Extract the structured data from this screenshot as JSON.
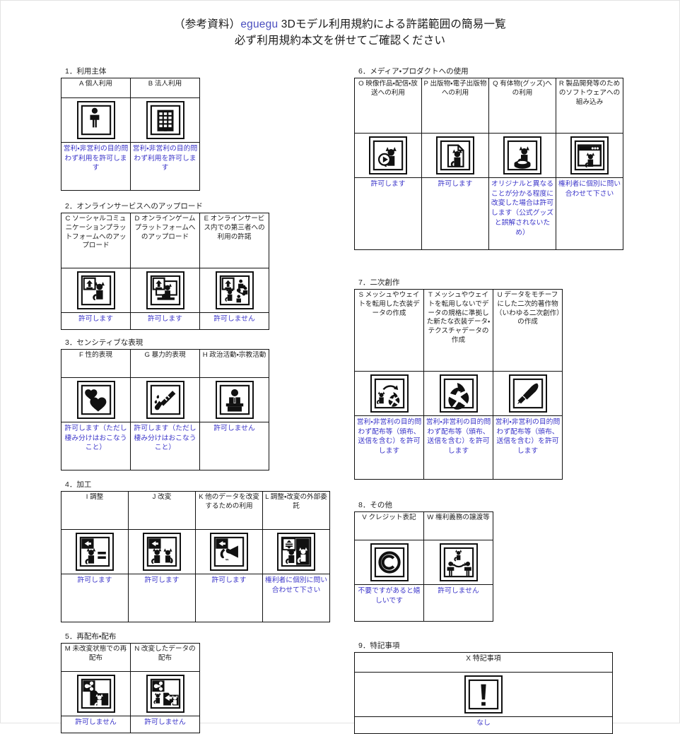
{
  "document": {
    "title_line1_prefix": "（参考資料）",
    "title_brand": "eguegu",
    "title_line1_suffix": " 3Dモデル利用規約による許諾範囲の簡易一覧",
    "title_line2": "必ず利用規約本文を併せてご確認ください",
    "brand_color": "#4b4fbf",
    "note_color": "#3a34c9"
  },
  "sections": [
    {
      "id": "s1",
      "title": "1．利用主体",
      "columns": [
        {
          "code": "A",
          "header": "A 個人利用",
          "icon": "person-icon",
          "note": "営利・非営利の目的問わず利用を許可します"
        },
        {
          "code": "B",
          "header": "B 法人利用",
          "icon": "building-icon",
          "note": "営利・非営利の目的問わず利用を許可します"
        }
      ]
    },
    {
      "id": "s2",
      "title": "2．オンラインサービスへのアップロード",
      "columns": [
        {
          "code": "C",
          "header": "C ソーシャルコミュニケーションプラットフォームへのアップロード",
          "icon": "upload-cat-icon",
          "note": "許可します"
        },
        {
          "code": "D",
          "header": "D オンラインゲームプラットフォームへのアップロード",
          "icon": "upload-monitor-cat-icon",
          "note": "許可します"
        },
        {
          "code": "E",
          "header": "E オンラインサービス内での第三者への利用の許諾",
          "icon": "upload-share-people-icon",
          "note": "許可しません"
        }
      ]
    },
    {
      "id": "s3",
      "title": "3．センシティブな表現",
      "columns": [
        {
          "code": "F",
          "header": "F 性的表現",
          "icon": "hearts-icon",
          "note": "許可します（ただし棲み分けはおこなうこと）"
        },
        {
          "code": "G",
          "header": "G 暴力的表現",
          "icon": "knife-icon",
          "note": "許可します（ただし棲み分けはおこなうこと）"
        },
        {
          "code": "H",
          "header": "H 政治活動・宗教活動",
          "icon": "podium-speaker-icon",
          "note": "許可しません"
        }
      ]
    },
    {
      "id": "s4",
      "title": "4．加工",
      "columns": [
        {
          "code": "I",
          "header": "I 調整",
          "icon": "arrow-cat-equals-icon",
          "note": "許可します"
        },
        {
          "code": "J",
          "header": "J 改変",
          "icon": "arrow-two-cats-icon",
          "note": "許可します"
        },
        {
          "code": "K",
          "header": "K 他のデータを改変するための利用",
          "icon": "arrow-ribbon-icon",
          "note": "許可します"
        },
        {
          "code": "L",
          "header": "L 調整・改変の外部委託",
          "icon": "outsourcing-cats-icon",
          "note": "権利者に個別に問い合わせて下さい"
        }
      ]
    },
    {
      "id": "s5",
      "title": "5．再配布・配布",
      "columns": [
        {
          "code": "M",
          "header": "M 未改変状態での再配布",
          "icon": "share-folder-cat-icon",
          "note": "許可しません"
        },
        {
          "code": "N",
          "header": "N 改変したデータの配布",
          "icon": "share-modified-cat-icon",
          "note": "許可しません"
        }
      ]
    },
    {
      "id": "s6",
      "title": "6．メディア・プロダクトへの使用",
      "columns": [
        {
          "code": "O",
          "header": "O 映像作品・配信・放送への利用",
          "icon": "video-cat-icon",
          "note": "許可します"
        },
        {
          "code": "P",
          "header": "P 出版物・電子出版物への利用",
          "icon": "document-cat-icon",
          "note": "許可します"
        },
        {
          "code": "Q",
          "header": "Q 有体物(グッズ)への利用",
          "icon": "figure-cat-icon",
          "note": "オリジナルと異なることが分かる程度に改変した場合は許可します（公式グッズと誤解されないため）"
        },
        {
          "code": "R",
          "header": "R 製品開発等のためのソフトウェアへの組み込み",
          "icon": "software-window-cat-icon",
          "note": "権利者に個別に問い合わせて下さい"
        }
      ]
    },
    {
      "id": "s7",
      "title": "7．二次創作",
      "columns": [
        {
          "code": "S",
          "header": "S メッシュやウェイトを転用した衣装データの作成",
          "icon": "cat-to-costume-icon",
          "note": "営利・非営利の目的問わず配布等（頒布、送信を含む）を許可します"
        },
        {
          "code": "T",
          "header": "T メッシュやウェイトを転用しないでデータの規格に準拠した新たな衣装データ・テクスチャデータの作成",
          "icon": "costume-icon",
          "note": "営利・非営利の目的問わず配布等（頒布、送信を含む）を許可します"
        },
        {
          "code": "U",
          "header": "U データをモチーフにした二次的著作物（いわゆる二次創作）の作成",
          "icon": "paintbrush-icon",
          "note": "営利・非営利の目的問わず配布等（頒布、送信を含む）を許可します"
        }
      ]
    },
    {
      "id": "s8",
      "title": "8．その他",
      "columns": [
        {
          "code": "V",
          "header": "V クレジット表記",
          "icon": "copyright-icon",
          "note": "不要ですがあると嬉しいです"
        },
        {
          "code": "W",
          "header": "W 権利義務の譲渡等",
          "icon": "transfer-rights-icon",
          "note": "許可しません"
        }
      ]
    },
    {
      "id": "s9",
      "title": "9．特記事項",
      "columns": [
        {
          "code": "X",
          "header": "X 特記事項",
          "icon": "exclamation-icon",
          "note": "なし"
        }
      ]
    }
  ]
}
